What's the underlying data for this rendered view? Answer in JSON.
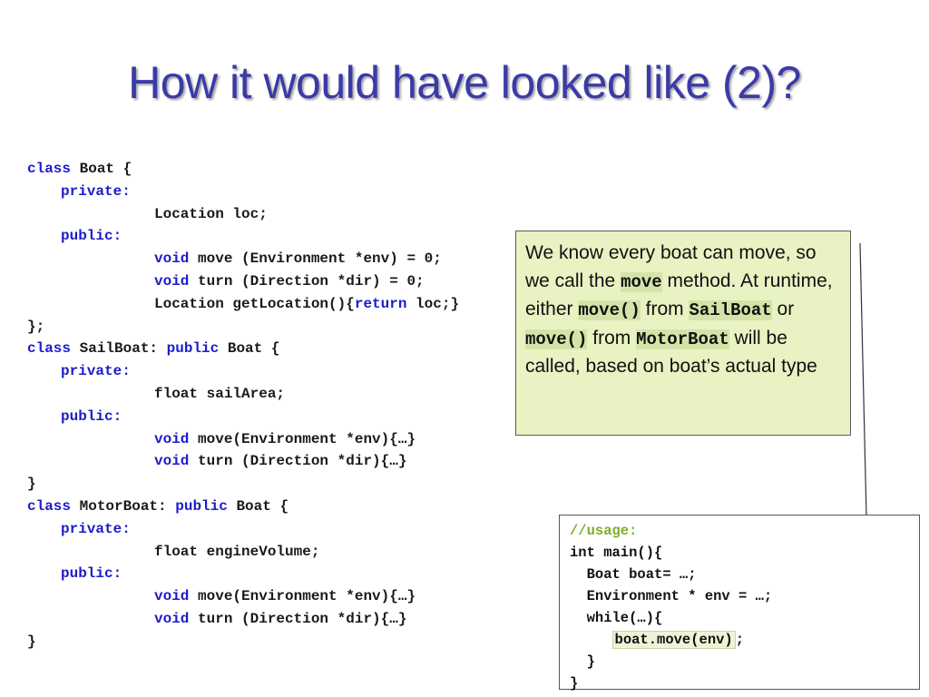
{
  "slide": {
    "title": "How it would have looked like (2)?"
  },
  "code": {
    "boat_class_kw": "class",
    "boat_class_rest": " Boat {",
    "boat_private": "private:",
    "boat_loc": "Location loc;",
    "boat_public": "public:",
    "boat_move_kw": "void",
    "boat_move_rest": " move (Environment *env) = 0;",
    "boat_turn_kw": "void",
    "boat_turn_rest": " turn (Direction *dir) = 0;",
    "boat_getloc_pre": "Location getLocation(){",
    "boat_getloc_kw": "return",
    "boat_getloc_post": " loc;}",
    "boat_close": "};",
    "sail_class_kw": "class",
    "sail_class_mid": " SailBoat: ",
    "sail_public_kw": "public",
    "sail_class_rest": " Boat {",
    "sail_private": "private:",
    "sail_area": "float sailArea;",
    "sail_public": "public:",
    "sail_move_kw": "void",
    "sail_move_rest": " move(Environment *env){…}",
    "sail_turn_kw": "void",
    "sail_turn_rest": " turn (Direction *dir){…}",
    "sail_close": "}",
    "motor_class_kw": "class",
    "motor_class_mid": " MotorBoat: ",
    "motor_public_kw": "public",
    "motor_class_rest": " Boat {",
    "motor_private": "private:",
    "motor_volume": "float engineVolume;",
    "motor_public": "public:",
    "motor_move_kw": "void",
    "motor_move_rest": " move(Environment *env){…}",
    "motor_turn_kw": "void",
    "motor_turn_rest": " turn (Direction *dir){…}",
    "motor_close": "}"
  },
  "callout": {
    "t1": "We know every boat can move, so we call the ",
    "c1": "move",
    "t2": " method. At runtime, either ",
    "c2": "move()",
    "t3": " from ",
    "c3": "SailBoat",
    "t4": " or ",
    "c4": "move()",
    "t5": " from ",
    "c5": "MotorBoat",
    "t6": " will be called, based on boat’s actual type"
  },
  "usage": {
    "comment": "//usage:",
    "l1": "int main(){",
    "l2": "  Boat boat= …;",
    "l3": "  Environment * env = …;",
    "l4": "  while(…){",
    "l5_indent": "     ",
    "l5_call": "boat.move(env)",
    "l5_end": ";",
    "l6": "  }",
    "l7": "}"
  },
  "colors": {
    "title": "#3a3aa8",
    "keyword": "#1c1ccc",
    "callout_bg": "#e8f2c2",
    "comment": "#7fae28"
  }
}
